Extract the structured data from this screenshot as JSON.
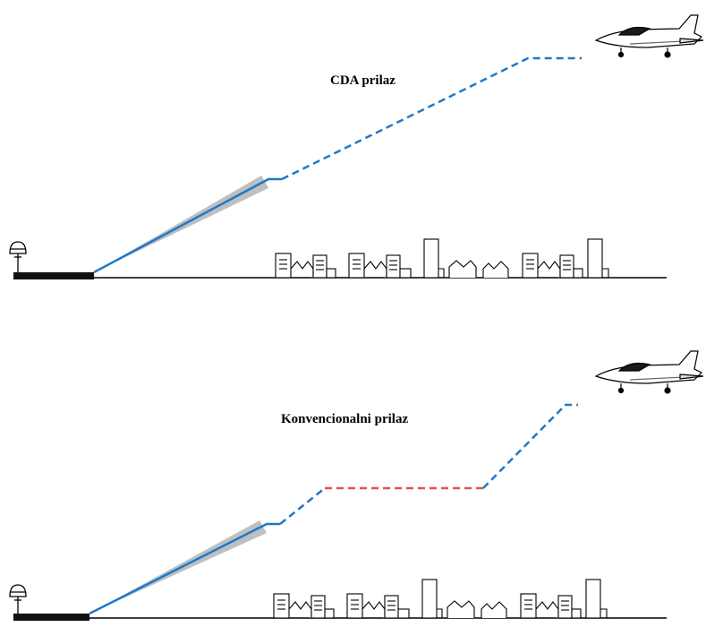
{
  "panels": [
    {
      "title": "CDA prilaz",
      "approach": "continuous"
    },
    {
      "title": "Konvencionalni prilaz",
      "approach": "stepped"
    }
  ],
  "colors": {
    "path": "#1f78c8",
    "level_segment": "#e8504f",
    "ground": "#000000",
    "runway": "#111111",
    "glide_cone": "#b8b8b8"
  },
  "icons": [
    "airport-tower-icon",
    "aircraft-icon",
    "city-buildings-icon"
  ]
}
